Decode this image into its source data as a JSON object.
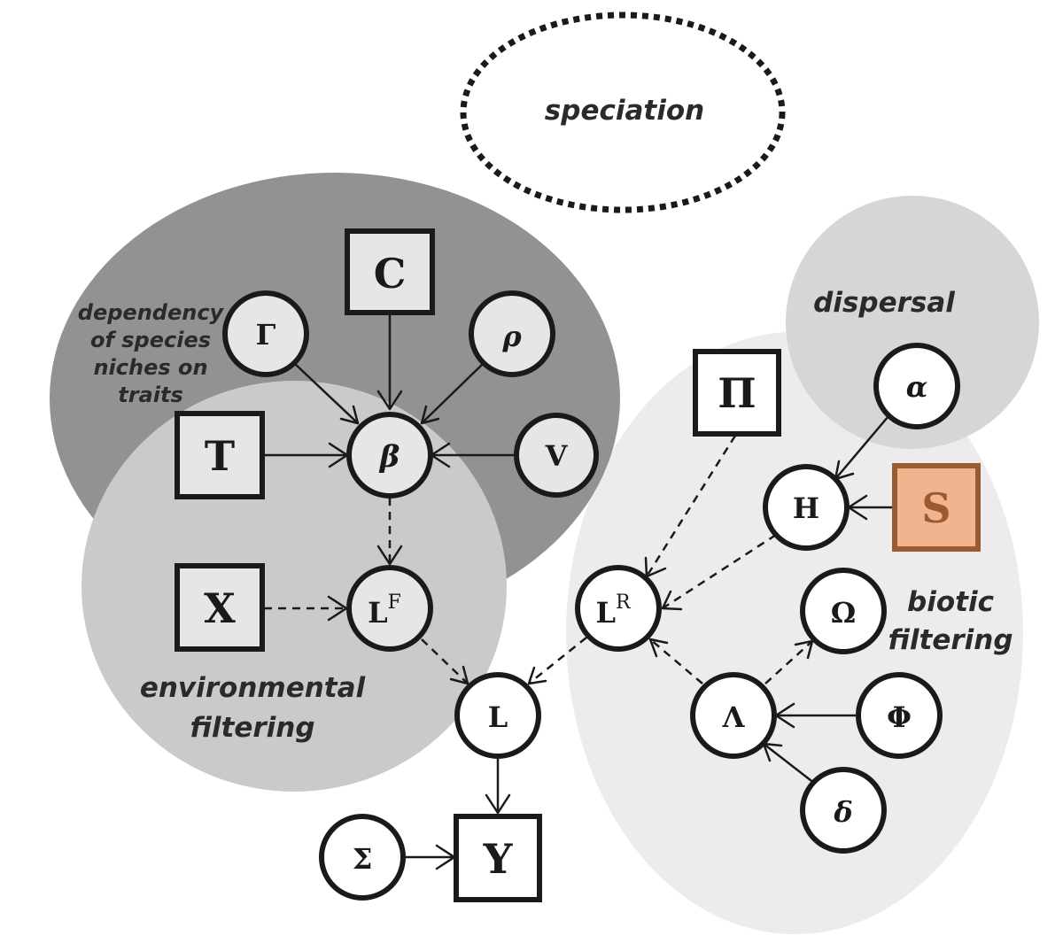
{
  "regions": {
    "speciation": "speciation",
    "dependency": [
      "dependency",
      "of species",
      "niches on",
      "traits"
    ],
    "environmental": [
      "environmental",
      "filtering"
    ],
    "dispersal": "dispersal",
    "biotic": [
      "biotic",
      "filtering"
    ]
  },
  "nodes": {
    "C": "C",
    "Gamma": "Γ",
    "rho": "ρ",
    "T": "T",
    "beta": "β",
    "V": "V",
    "X": "X",
    "LF": "L",
    "LF_sup": "F",
    "L": "L",
    "Y": "Y",
    "Sigma": "Σ",
    "Pi": "Π",
    "alpha": "α",
    "H": "H",
    "S": "S",
    "LR": "L",
    "LR_sup": "R",
    "Omega": "Ω",
    "Lambda": "Λ",
    "Phi": "Φ",
    "delta": "δ"
  },
  "colors": {
    "dark_region": "#929295",
    "env_region": "#c9cacc",
    "biotic_region": "#ececec",
    "dispersal_region": "#d6d6d8",
    "accent_fill": "#f2b48f",
    "accent_stroke": "#9a5a32"
  }
}
